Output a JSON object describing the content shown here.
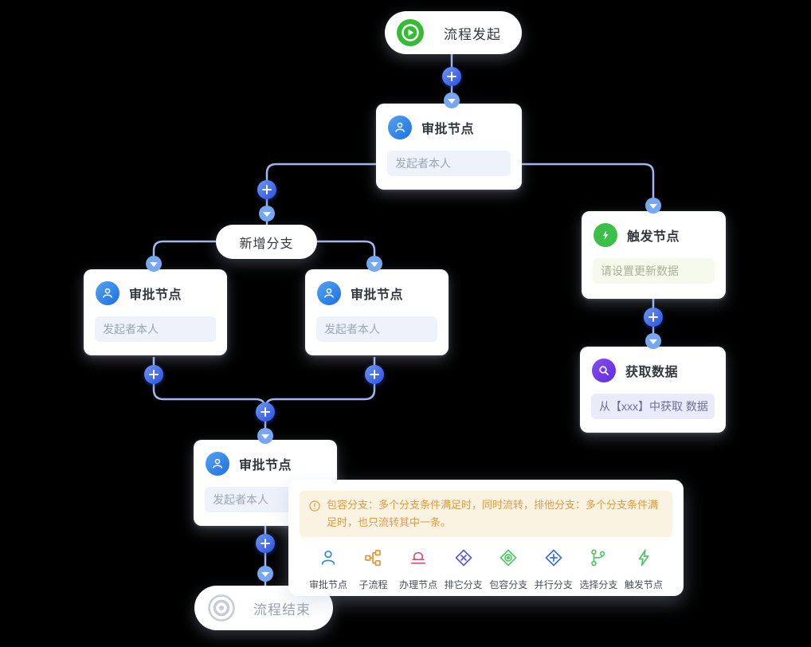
{
  "nodes": {
    "start": {
      "label": "流程发起"
    },
    "approval_top": {
      "title": "审批节点",
      "assignee": "发起者本人"
    },
    "add_branch": {
      "label": "新增分支"
    },
    "approval_left": {
      "title": "审批节点",
      "assignee": "发起者本人"
    },
    "approval_right": {
      "title": "审批节点",
      "assignee": "发起者本人"
    },
    "approval_bottom": {
      "title": "审批节点",
      "assignee": "发起者本人"
    },
    "trigger": {
      "title": "触发节点",
      "placeholder": "请设置更新数据"
    },
    "get_data": {
      "title": "获取数据",
      "value": "从【xxx】中获取 数据"
    },
    "end": {
      "label": "流程结束"
    }
  },
  "node_panel": {
    "notice": "包容分支：多个分支条件满足时，同时流转，排他分支：多个分支条件满足时，也只流转其中一条。",
    "items": [
      {
        "label": "审批节点",
        "icon": "approval-user-icon",
        "color": "#2e8be0"
      },
      {
        "label": "子流程",
        "icon": "subprocess-icon",
        "color": "#e8942e"
      },
      {
        "label": "办理节点",
        "icon": "stamp-icon",
        "color": "#d4556a"
      },
      {
        "label": "排它分支",
        "icon": "exclusive-branch-icon",
        "color": "#5b5bd6"
      },
      {
        "label": "包容分支",
        "icon": "inclusive-branch-icon",
        "color": "#52c467"
      },
      {
        "label": "并行分支",
        "icon": "parallel-branch-icon",
        "color": "#3b6fe0"
      },
      {
        "label": "选择分支",
        "icon": "select-branch-icon",
        "color": "#52c467"
      },
      {
        "label": "触发节点",
        "icon": "trigger-lightning-icon",
        "color": "#52c467"
      }
    ]
  },
  "colors": {
    "connector": "#a2b5ee",
    "accent_blue": "#2f7ce8",
    "accent_green": "#3dbe49",
    "accent_purple": "#7b3fe4",
    "notice_text": "#e09b48",
    "notice_bg": "#faf3e1"
  }
}
